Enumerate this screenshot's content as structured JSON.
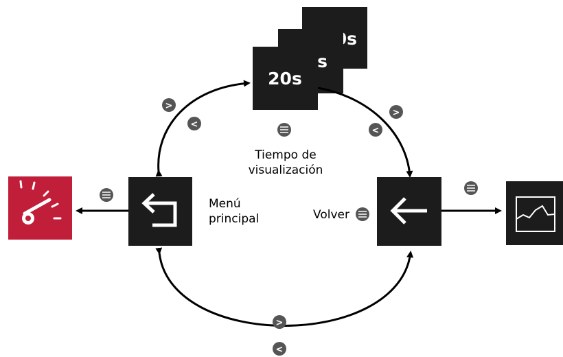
{
  "labels": {
    "display_time_line1": "Tiempo de",
    "display_time_line2": "visualización",
    "main_menu_line1": "Menú",
    "main_menu_line2": "principal",
    "back": "Volver"
  },
  "time_screens": {
    "front_value": "20s",
    "middle_partial": "s",
    "back_partial": "0s"
  },
  "button_glyphs": {
    "next": ">",
    "prev": "<"
  },
  "colors": {
    "screen": "#1c1c1c",
    "speedometer_red": "#c11e3a",
    "button_gray": "#555555",
    "arrow": "#000000"
  },
  "icons": [
    "back-return-icon",
    "back-arrow-icon",
    "graph-icon",
    "speedometer-icon",
    "menu-button-icon"
  ]
}
